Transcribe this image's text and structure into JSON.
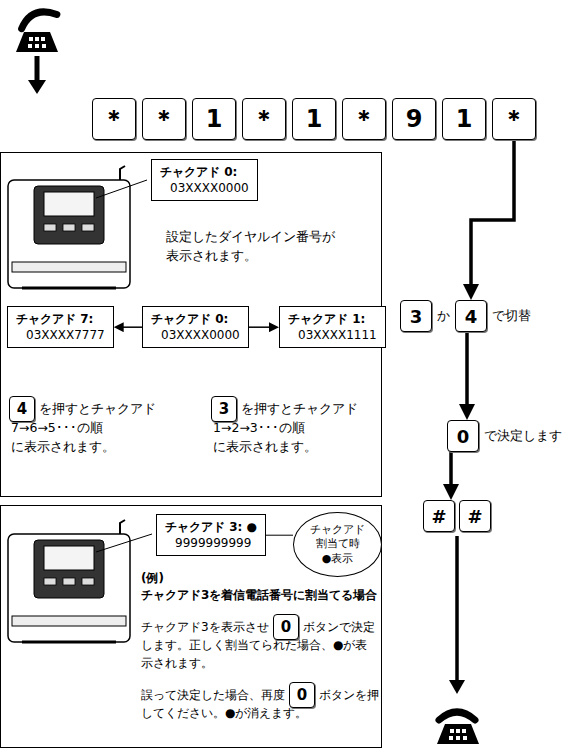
{
  "diagram": {
    "nodes": [
      {
        "text": [
          "＊"
        ]
      },
      {
        "text": [
          "＊"
        ]
      },
      {
        "text": [
          "1"
        ]
      },
      {
        "text": [
          "＊"
        ]
      },
      {
        "text": [
          "1"
        ]
      },
      {
        "text": [
          "＊"
        ]
      },
      {
        "text": [
          "9"
        ]
      },
      {
        "text": [
          "1"
        ]
      },
      {
        "text": [
          "＊"
        ]
      },
      {
        "text": [
          "設定したダイヤルイン番号が 表示されます。",
          "を押すとチャクアド 7→6→5･･･の順 に表示されます。",
          "を押すとチャクアド 1→2→3･･･の順 に表示されます。"
        ]
      },
      {
        "text": [
          "チャクアド 0:",
          "03XXXX0000"
        ],
        "in": 9
      },
      {
        "text": [
          "チャクアド 7:",
          "03XXXX7777"
        ],
        "in": 9
      },
      {
        "text": [
          "チャクアド 0:",
          "03XXXX0000"
        ],
        "in": 9
      },
      {
        "text": [
          "チャクアド 1:",
          "03XXXX1111"
        ],
        "in": 9
      },
      {
        "text": [
          "4"
        ],
        "in": 9
      },
      {
        "text": [
          "3"
        ],
        "in": 9
      },
      {
        "text": [
          "(例) チャクアド3を着信電話番号に割当てる場合",
          "チャクアド3を表示させ",
          "ボタンで決定します。正しく割当てられた場合、●が表示されます。",
          "誤って決定した場合、再度",
          "ボタンを押してください。●が消えます。"
        ]
      },
      {
        "text": [
          "チャクアド 3: ●",
          "9999999999"
        ],
        "in": 16
      },
      {
        "text": [
          "チャクアド 割当て時 ●表示"
        ],
        "in": 16
      },
      {
        "text": [
          "0"
        ],
        "in": 16
      },
      {
        "text": [
          "0"
        ],
        "in": 16
      },
      {
        "text": [
          "3"
        ]
      },
      {
        "text": [
          "4"
        ]
      },
      {
        "text": [
          "0"
        ]
      },
      {
        "text": [
          "#"
        ]
      },
      {
        "text": [
          "#"
        ]
      }
    ],
    "edges": [
      {
        "from": 8,
        "to": 22,
        "arrow": "to"
      },
      {
        "from": 22,
        "to": 23,
        "arrow": "to"
      },
      {
        "from": 23,
        "to": 24,
        "arrow": "to"
      },
      {
        "from": 12,
        "to": 11,
        "arrow": "to"
      },
      {
        "from": 12,
        "to": 13,
        "arrow": "to"
      },
      {
        "from": 18,
        "to": 17,
        "arrow": "none"
      }
    ],
    "labels": [
      "か",
      "で切替",
      "で決定します"
    ]
  }
}
